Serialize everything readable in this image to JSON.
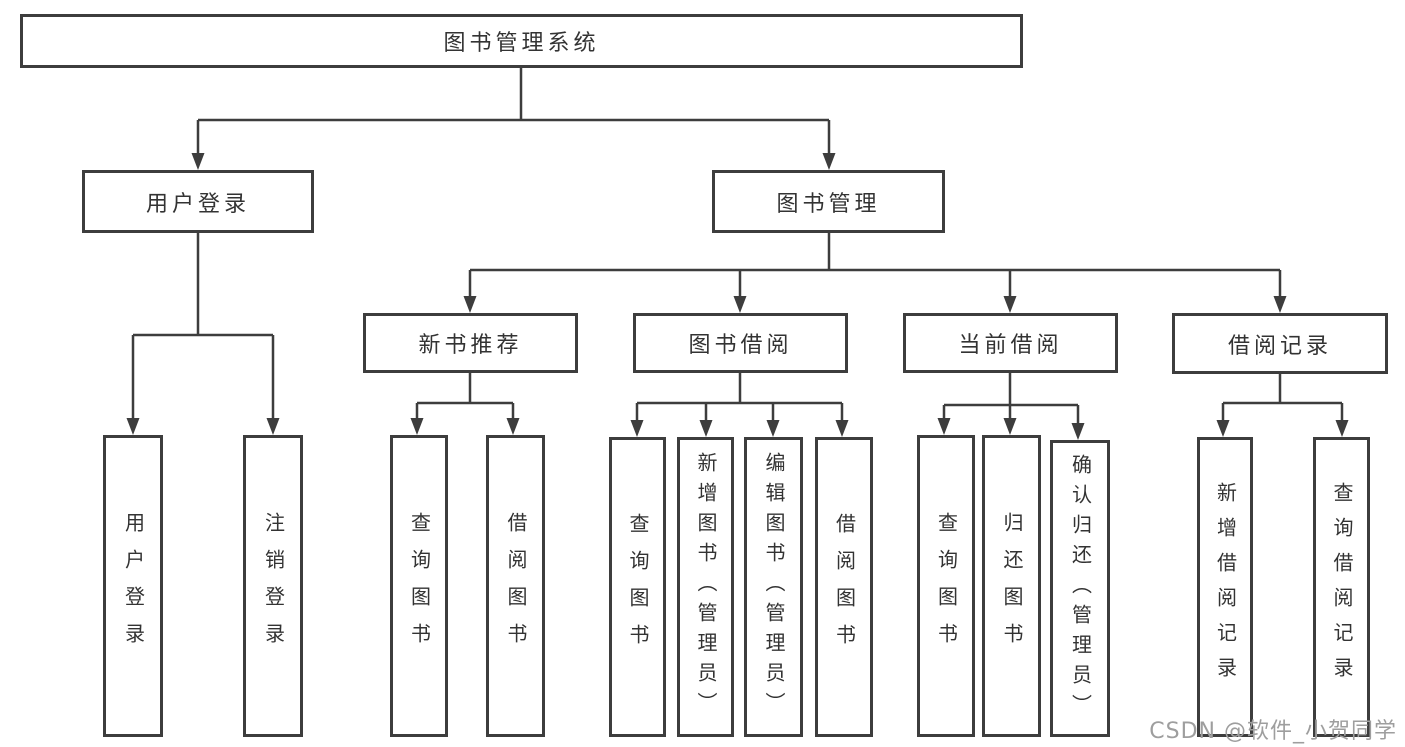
{
  "tree": {
    "root": {
      "label": "图书管理系统",
      "children": [
        {
          "label": "用户登录",
          "children": [
            {
              "label": "用户登录"
            },
            {
              "label": "注销登录"
            }
          ]
        },
        {
          "label": "图书管理",
          "children": [
            {
              "label": "新书推荐",
              "children": [
                {
                  "label": "查询图书"
                },
                {
                  "label": "借阅图书"
                }
              ]
            },
            {
              "label": "图书借阅",
              "children": [
                {
                  "label": "查询图书"
                },
                {
                  "label": "新增图书（管理员）"
                },
                {
                  "label": "编辑图书（管理员）"
                },
                {
                  "label": "借阅图书"
                }
              ]
            },
            {
              "label": "当前借阅",
              "children": [
                {
                  "label": "查询图书"
                },
                {
                  "label": "归还图书"
                },
                {
                  "label": "确认归还（管理员）"
                }
              ]
            },
            {
              "label": "借阅记录",
              "children": [
                {
                  "label": "新增借阅记录"
                },
                {
                  "label": "查询借阅记录"
                }
              ]
            }
          ]
        }
      ]
    }
  },
  "watermark": {
    "text": "CSDN @软件_小贺同学"
  },
  "colors": {
    "line": "#3d3d3d",
    "box_border": "#3d3d3d",
    "text": "#333333",
    "background": "#ffffff",
    "watermark": "#9e9e9e"
  }
}
